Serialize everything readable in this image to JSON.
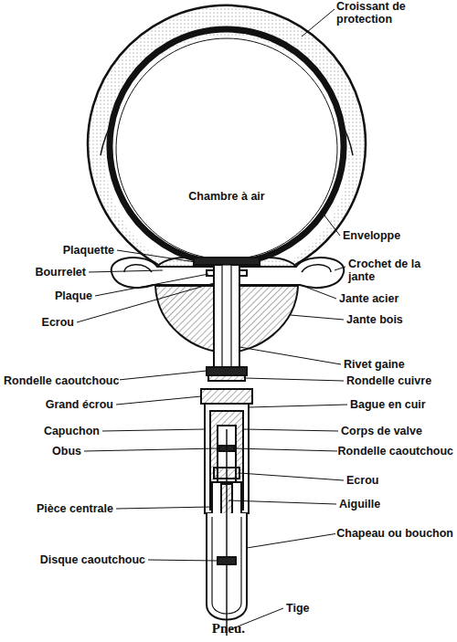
{
  "diagram": {
    "caption": "Pneu.",
    "labels": [
      "Croissant de protection",
      "Chambre à air",
      "Enveloppe",
      "Plaquette",
      "Bourrelet",
      "Plaque",
      "Ecrou",
      "Crochet de la jante",
      "Jante acier",
      "Jante bois",
      "Rivet gaine",
      "Rondelle caoutchouc",
      "Rondelle cuivre",
      "Grand écrou",
      "Bague en cuir",
      "Capuchon",
      "Corps de valve",
      "Obus",
      "Rondelle caoutchouc",
      "Pièce centrale",
      "Ecrou",
      "Aiguille",
      "Chapeau ou bouchon",
      "Disque caoutchouc",
      "Tige"
    ]
  }
}
